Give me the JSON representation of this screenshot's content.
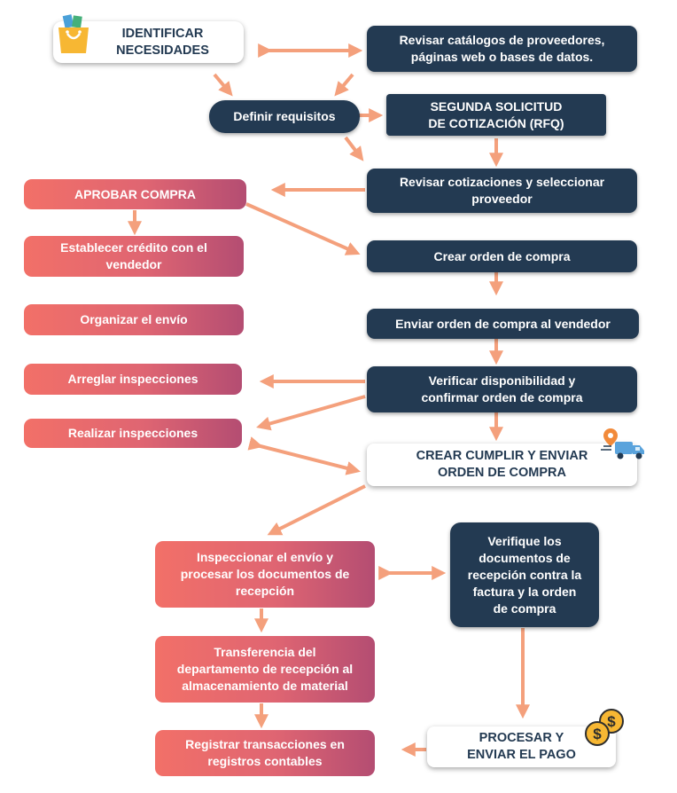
{
  "steps": {
    "identify": "IDENTIFICAR\nNECESIDADES",
    "review_catalogs": "Revisar catálogos de proveedores,\npáginas web o bases de datos.",
    "define_requirements": "Definir requisitos",
    "second_rfq": "SEGUNDA SOLICITUD\nDE COTIZACIÓN (RFQ)",
    "review_quotes": "Revisar cotizaciones y seleccionar\nproveedor",
    "approve_purchase": "APROBAR COMPRA",
    "establish_credit": "Establecer crédito con el\nvendedor",
    "create_po": "Crear orden de compra",
    "organize_shipping": "Organizar el envío",
    "send_po": "Enviar orden de compra al vendedor",
    "arrange_inspections": "Arreglar inspecciones",
    "verify_confirm": "Verificar disponibilidad y\nconfirmar orden de compra",
    "perform_inspections": "Realizar inspecciones",
    "fulfill_send": "CREAR CUMPLIR Y ENVIAR\nORDEN DE COMPRA",
    "inspect_shipment": "Inspeccionar el envío y\nprocesar los documentos de\nrecepción",
    "verify_documents": "Verifique los\ndocumentos de\nrecepción contra la\nfactura y la orden\nde compra",
    "transfer_department": "Transferencia del\ndepartamento de recepción al\nalmacenamiento de material",
    "record_transactions": "Registrar transacciones en\nregistros contables",
    "process_payment": "PROCESAR Y\nENVIAR EL PAGO"
  },
  "colors": {
    "dark_box": "#233a52",
    "arrow": "#f4a07c",
    "gradient_start": "#f27068",
    "gradient_end": "#b44d72"
  },
  "icons": [
    "shopping-bag-icon",
    "delivery-truck-icon",
    "coins-icon"
  ]
}
